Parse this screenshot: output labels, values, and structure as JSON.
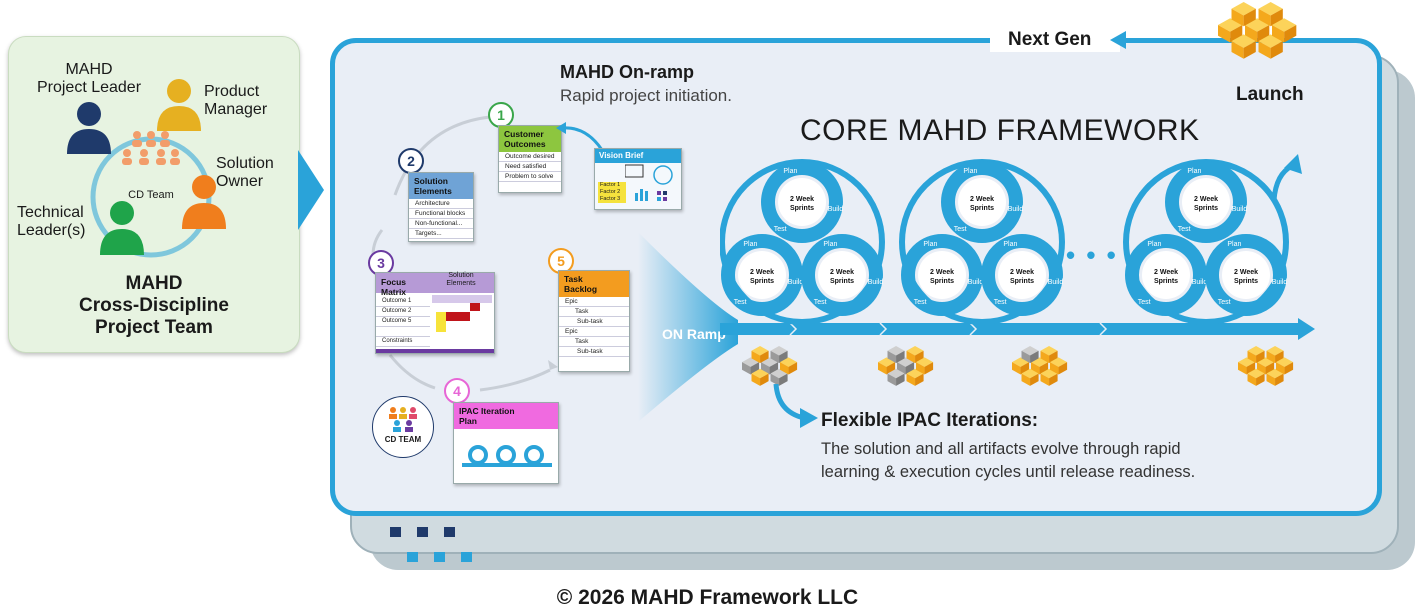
{
  "team": {
    "roles": {
      "project_leader": "MAHD\nProject Leader",
      "product_manager": "Product\nManager",
      "solution_owner": "Solution\nOwner",
      "technical_leader": "Technical\nLeader(s)"
    },
    "center_label": "CD Team",
    "title": "MAHD\nCross-Discipline\nProject Team"
  },
  "header": {
    "next_gen": "Next Gen",
    "launch": "Launch",
    "onramp_title": "MAHD On-ramp",
    "onramp_subtitle": "Rapid project initiation.",
    "core_title": "CORE MAHD FRAMEWORK"
  },
  "steps": {
    "s1": {
      "num": "1",
      "title": "Customer\nOutcomes",
      "rows": [
        "Outcome desired",
        "Need satisfied",
        "Problem to solve"
      ]
    },
    "vision": {
      "title": "Vision Brief",
      "factors": [
        "Factor 1",
        "Factor 2",
        "Factor 3"
      ]
    },
    "s2": {
      "num": "2",
      "title": "Solution\nElements",
      "rows": [
        "Architecture",
        "Functional blocks",
        "Non-functional...",
        "Targets..."
      ]
    },
    "s3": {
      "num": "3",
      "title": "Focus\nMatrix",
      "col_title": "Solution\nElements",
      "rows": [
        "Outcome 1",
        "Outcome 2",
        "Outcome 5",
        "",
        "Constraints"
      ]
    },
    "s4": {
      "num": "4",
      "title": "IPAC Iteration\nPlan"
    },
    "s5": {
      "num": "5",
      "title": "Task\nBacklog",
      "rows": [
        "Epic",
        "Task",
        "Sub-task",
        "Epic",
        "Task",
        "Sub-task"
      ]
    },
    "cd_team": "CD TEAM"
  },
  "onramp_label": "ON Ramp",
  "sprint_cycle": {
    "sprint_label": "2 Week\nSprints",
    "phases": [
      "Plan",
      "Build",
      "Test"
    ],
    "ellipsis": "• • •"
  },
  "iterations": {
    "title": "Flexible IPAC Iterations:",
    "text": "The solution and all artifacts evolve through rapid\nlearning & execution cycles until release readiness."
  },
  "copyright": "© 2026 MAHD Framework LLC",
  "colors": {
    "accent_blue": "#2aa3d9",
    "team_bg": "#e7f3e1",
    "cube_orange": "#f4a81c",
    "cube_gray": "#9a9a9a",
    "navy": "#1f3a6b"
  }
}
